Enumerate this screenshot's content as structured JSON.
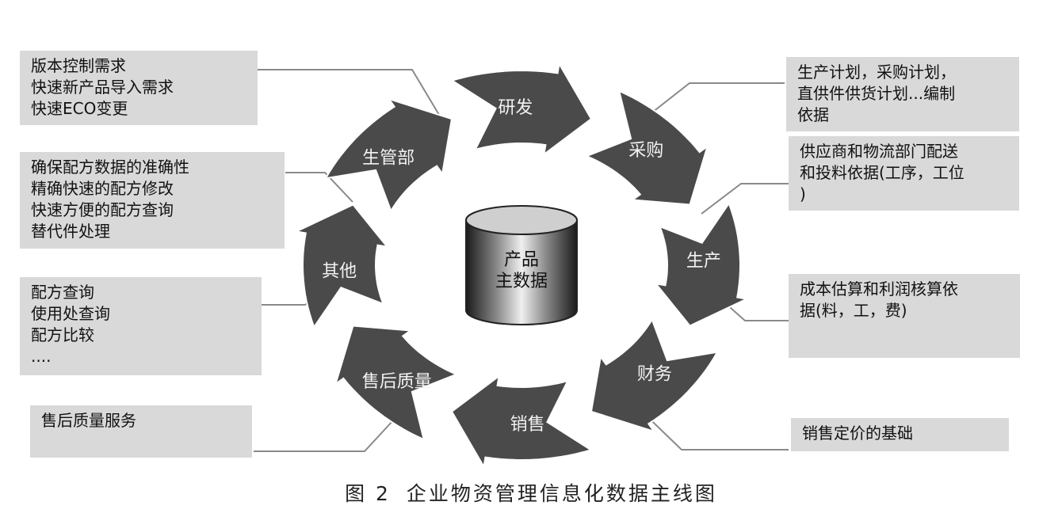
{
  "segments": [
    {
      "id": "rd",
      "label": "研发"
    },
    {
      "id": "purchase",
      "label": "采购"
    },
    {
      "id": "production",
      "label": "生产"
    },
    {
      "id": "finance",
      "label": "财务"
    },
    {
      "id": "sales",
      "label": "销售"
    },
    {
      "id": "aftersales",
      "label": "售后质量"
    },
    {
      "id": "other",
      "label": "其他"
    },
    {
      "id": "mgmt",
      "label": "生管部"
    }
  ],
  "center": {
    "line1": "产品",
    "line2": "主数据"
  },
  "panels": {
    "rd": [
      "版本控制需求",
      "快速新产品导入需求",
      "快速ECO变更"
    ],
    "mgmt": [
      "确保配方数据的准确性",
      "精确快速的配方修改",
      "快速方便的配方查询",
      "替代件处理"
    ],
    "other": [
      "配方查询",
      "使用处查询",
      "配方比较",
      "...."
    ],
    "aftersales": [
      "售后质量服务"
    ],
    "purchase": [
      "生产计划，采购计划，",
      "直供件供货计划...编制",
      "依据"
    ],
    "production": [
      "供应商和物流部门配送",
      "和投料依据(工序，工位",
      ")"
    ],
    "finance": [
      "成本估算和利润核算依",
      "据(料，工，费)"
    ],
    "sales": [
      "销售定价的基础"
    ]
  },
  "caption": {
    "fig": "图 2",
    "title": "企业物资管理信息化数据主线图"
  },
  "colors": {
    "ring": "#4a4a4a",
    "panel": "#d9d9d9",
    "connector": "#7a7a7a"
  }
}
